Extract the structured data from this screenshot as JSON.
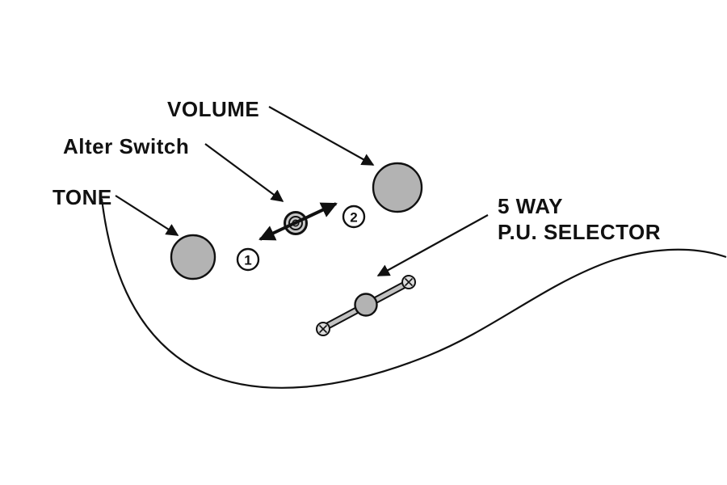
{
  "diagram": {
    "type": "guitar-controls-callout-diagram",
    "labels": {
      "volume": "VOLUME",
      "alter_switch": "Alter Switch",
      "tone": "TONE",
      "selector_line1": "5 WAY",
      "selector_line2": "P.U. SELECTOR",
      "position_1": "1",
      "position_2": "2"
    },
    "colors": {
      "background": "#ffffff",
      "line": "#111111",
      "knob_fill": "#b3b3b3",
      "switch_ring_fill": "#c8c8c8",
      "lever_fill": "#c2c2c2",
      "screw_fill": "#dcdcdc"
    }
  }
}
